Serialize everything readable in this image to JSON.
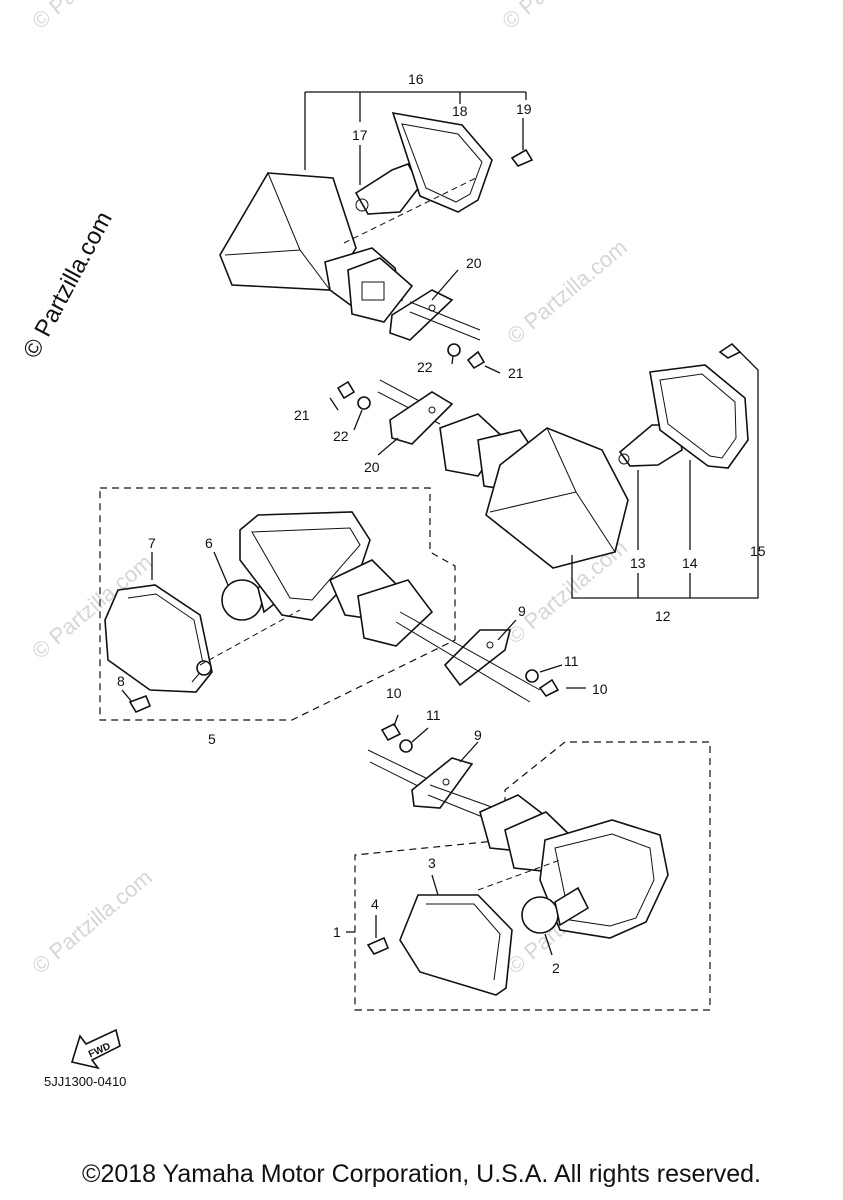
{
  "watermark": "© Partzilla.com",
  "drawing_code": "5JJ1300-0410",
  "copyright": "©2018 Yamaha Motor Corporation, U.S.A. All rights reserved.",
  "fwd_label": "FWD",
  "callouts": {
    "c1": "1",
    "c2": "2",
    "c3": "3",
    "c4": "4",
    "c5": "5",
    "c6": "6",
    "c7": "7",
    "c8": "8",
    "c9a": "9",
    "c9b": "9",
    "c10a": "10",
    "c10b": "10",
    "c11a": "11",
    "c11b": "11",
    "c12": "12",
    "c13": "13",
    "c14": "14",
    "c15": "15",
    "c16": "16",
    "c17": "17",
    "c18": "18",
    "c19": "19",
    "c20a": "20",
    "c20b": "20",
    "c21a": "21",
    "c21b": "21",
    "c22a": "22",
    "c22b": "22"
  }
}
